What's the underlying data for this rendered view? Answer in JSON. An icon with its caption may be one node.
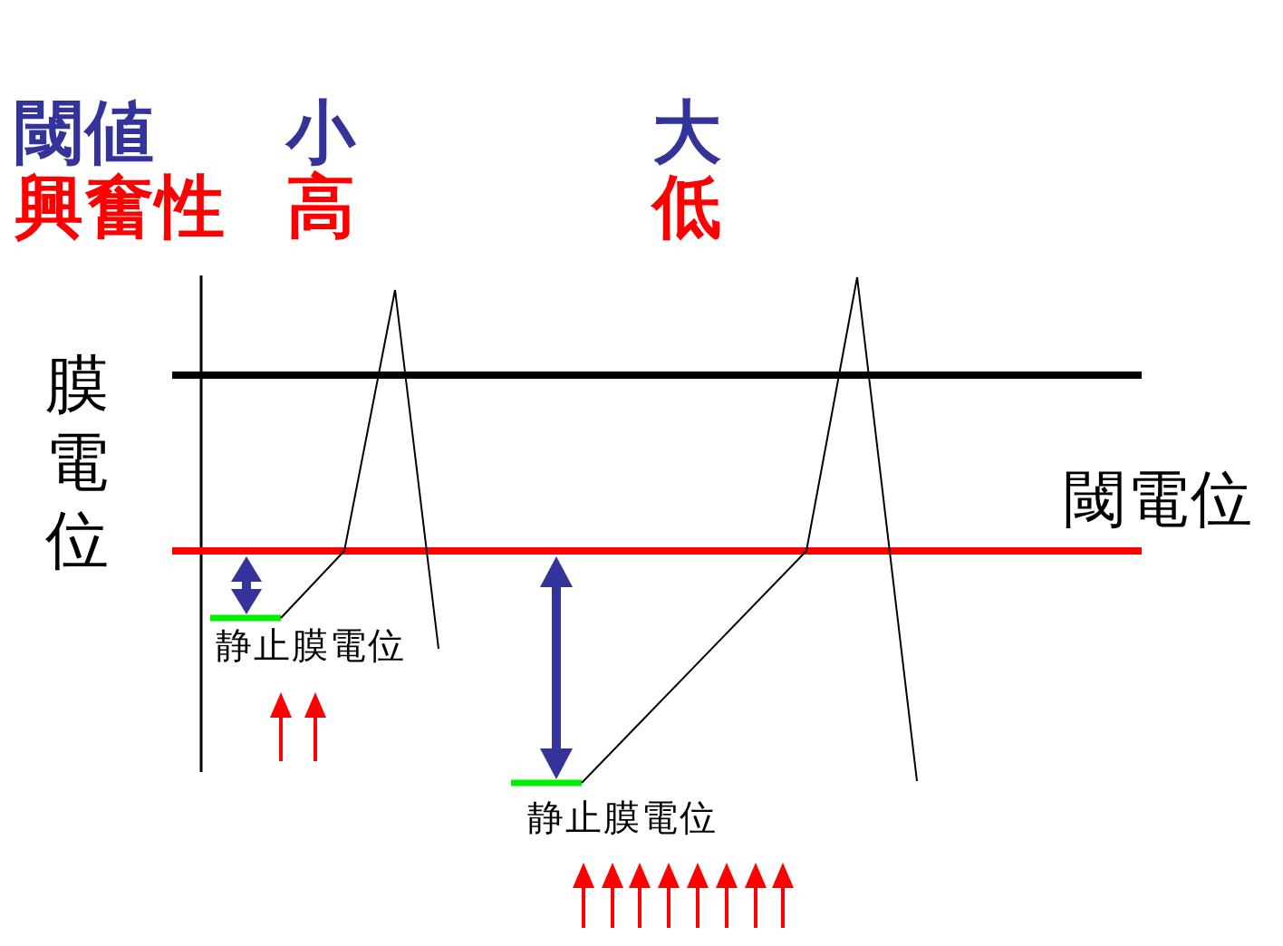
{
  "diagram": {
    "labels": [
      "閾値",
      "小",
      "大",
      "興奮性",
      "高",
      "低",
      "膜電位",
      "閾電位",
      "静止膜電位",
      "静止膜電位"
    ]
  }
}
